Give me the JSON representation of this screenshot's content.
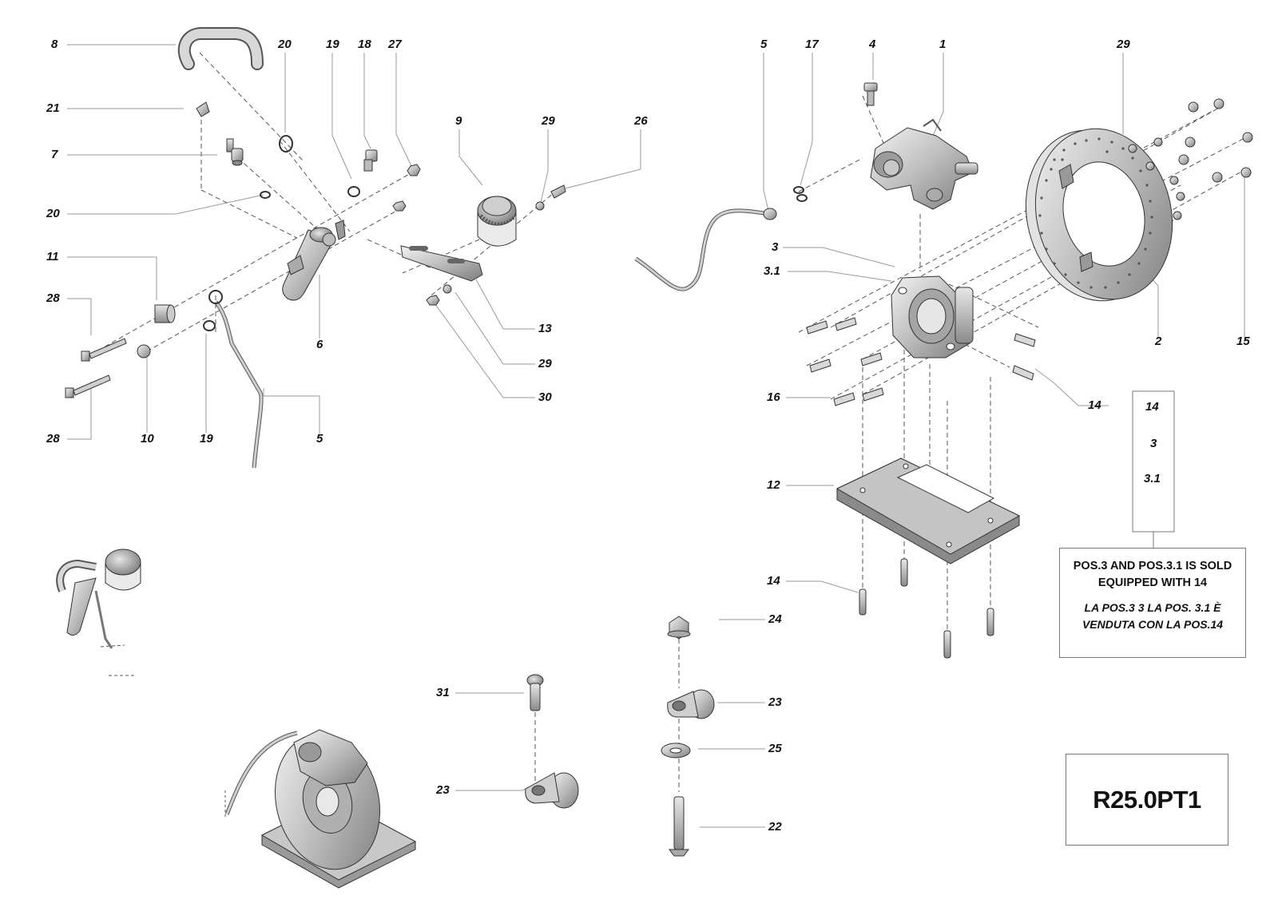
{
  "drawing": {
    "code": "R25.0PT1",
    "note_english": [
      "POS.3 AND POS.3.1 IS SOLD",
      "EQUIPPED WITH 14"
    ],
    "note_italian": [
      "LA POS.3 3 LA POS. 3.1  È",
      "VENDUTA CON LA POS.14"
    ],
    "kit_items": [
      "14",
      "3",
      "3.1"
    ]
  },
  "callouts": {
    "c8": "8",
    "c21": "21",
    "c7": "7",
    "c20a": "20",
    "c20b": "20",
    "c11": "11",
    "c28a": "28",
    "c28b": "28",
    "c10": "10",
    "c19a": "19",
    "c19b": "19",
    "c5a": "5",
    "c6": "6",
    "c18": "18",
    "c27": "27",
    "c9": "9",
    "c29a": "29",
    "c26": "26",
    "c13": "13",
    "c29b": "29",
    "c30": "30",
    "c5b": "5",
    "c17": "17",
    "c4": "4",
    "c1": "1",
    "c29c": "29",
    "c3": "3",
    "c31r": "3.1",
    "c2": "2",
    "c15": "15",
    "c16": "16",
    "c14a": "14",
    "c12": "12",
    "c14b": "14",
    "c24": "24",
    "c23a": "23",
    "c25": "25",
    "c22": "22",
    "c31": "31",
    "c23b": "23"
  }
}
